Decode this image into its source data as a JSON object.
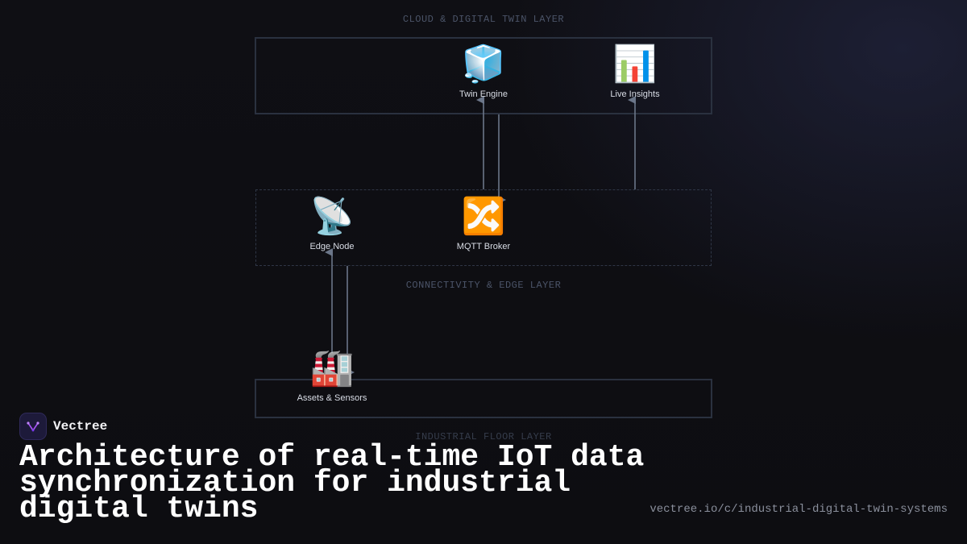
{
  "layers": {
    "cloud": {
      "label": "CLOUD & DIGITAL TWIN LAYER"
    },
    "edge": {
      "label": "CONNECTIVITY & EDGE LAYER"
    },
    "floor": {
      "label": "INDUSTRIAL FLOOR LAYER"
    }
  },
  "nodes": {
    "twin_engine": {
      "icon": "🧊",
      "icon_name": "ice-cube-icon",
      "label": "Twin Engine"
    },
    "live_insights": {
      "icon": "📊",
      "icon_name": "bar-chart-icon",
      "label": "Live Insights"
    },
    "edge_node": {
      "icon": "📡",
      "icon_name": "satellite-antenna-icon",
      "label": "Edge Node"
    },
    "mqtt_broker": {
      "icon": "🔀",
      "icon_name": "shuffle-icon",
      "label": "MQTT Broker"
    },
    "assets_sensors": {
      "icon": "🏭",
      "icon_name": "factory-icon",
      "label": "Assets & Sensors"
    }
  },
  "brand": {
    "name": "Vectree",
    "accent": "#a855f7"
  },
  "headline": "Architecture of real-time IoT data synchronization for industrial digital twins",
  "url": "vectree.io/c/industrial-digital-twin-systems",
  "colors": {
    "background": "#0e0e12",
    "arrow": "#6b7689",
    "box_border": "#2a313f",
    "layer_label": "#4b5468"
  }
}
